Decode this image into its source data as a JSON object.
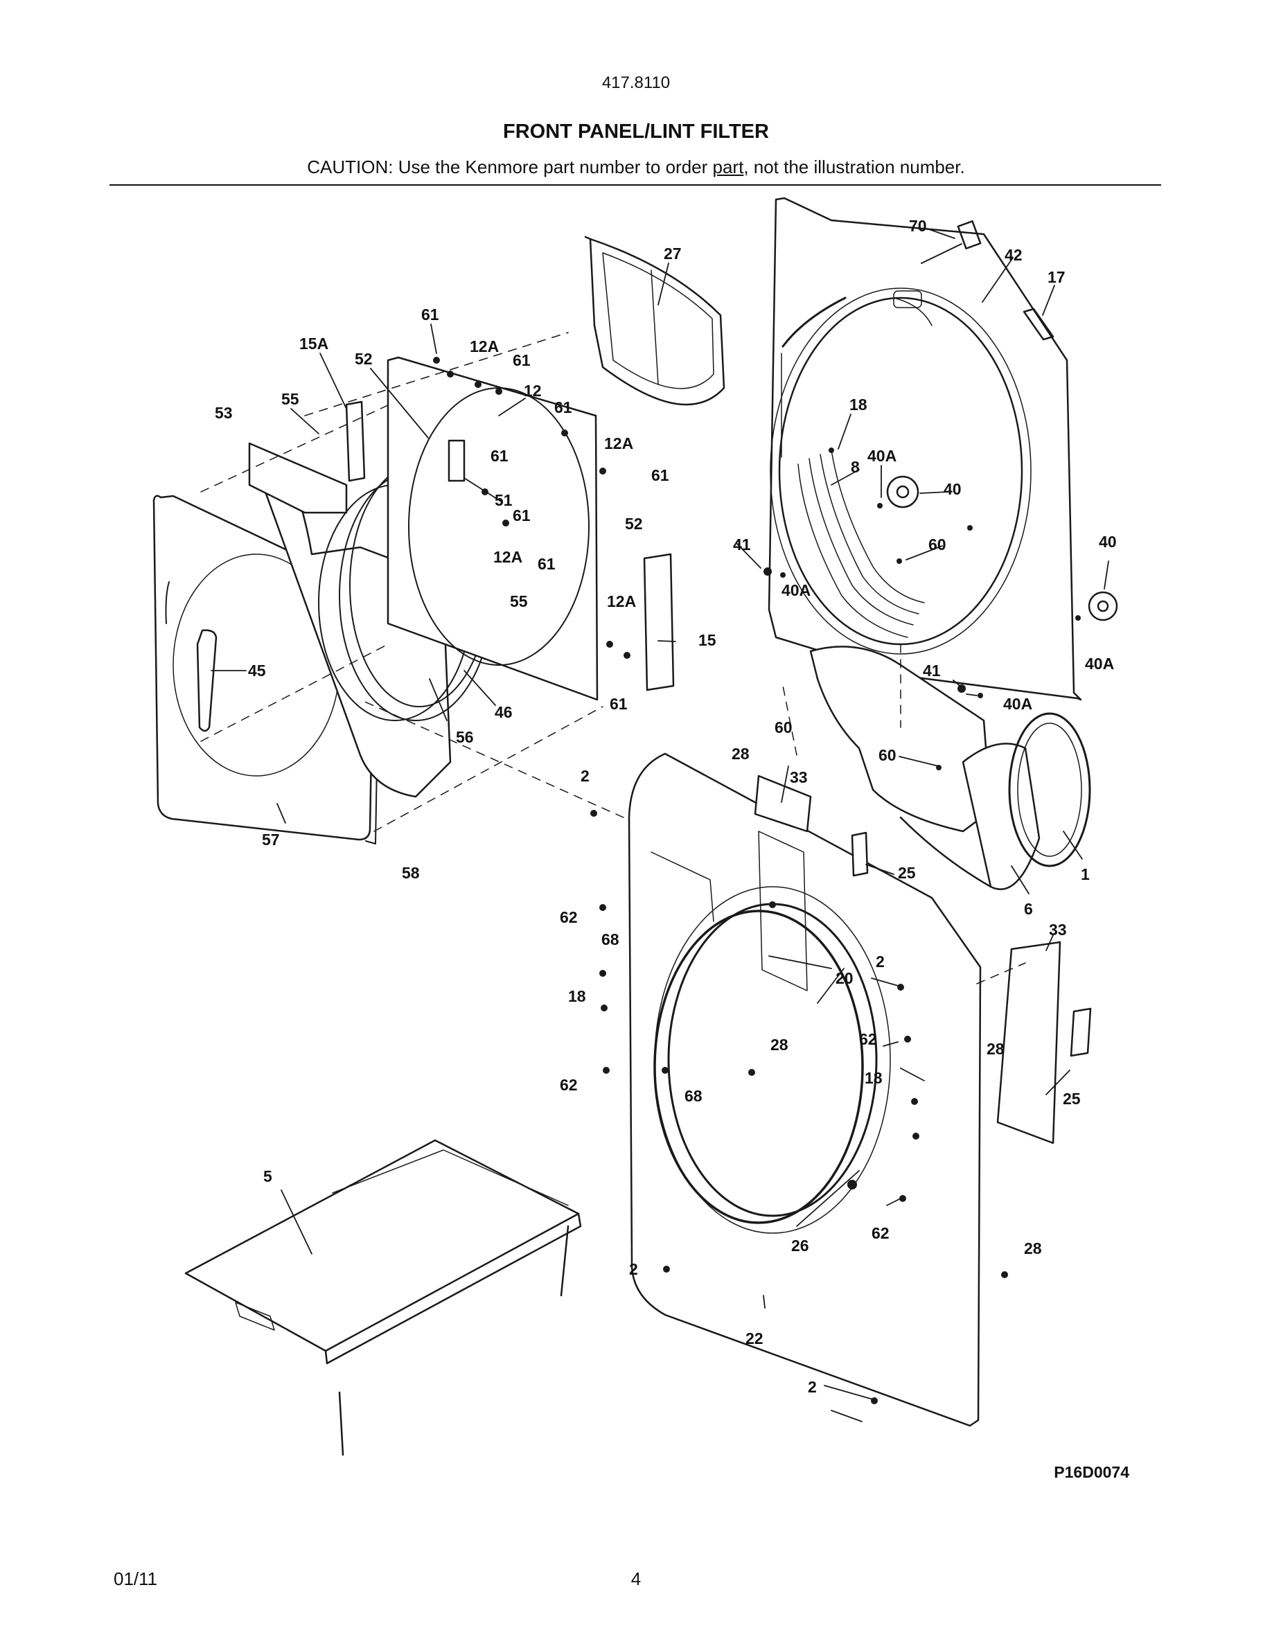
{
  "header": {
    "model_number": "417.8110",
    "title": "FRONT PANEL/LINT FILTER",
    "caution_before": "CAUTION: Use the Kenmore part number to order ",
    "caution_underlined": "part",
    "caution_after": ", not the illustration number."
  },
  "diagram": {
    "figure_id": "P16D0074",
    "callouts": [
      {
        "id": "c-70",
        "label": "70"
      },
      {
        "id": "c-27",
        "label": "27"
      },
      {
        "id": "c-42",
        "label": "42"
      },
      {
        "id": "c-17",
        "label": "17"
      },
      {
        "id": "c-61a",
        "label": "61"
      },
      {
        "id": "c-15a",
        "label": "15A"
      },
      {
        "id": "c-12a1",
        "label": "12A"
      },
      {
        "id": "c-61b",
        "label": "61"
      },
      {
        "id": "c-52a",
        "label": "52"
      },
      {
        "id": "c-12",
        "label": "12"
      },
      {
        "id": "c-55a",
        "label": "55"
      },
      {
        "id": "c-61c",
        "label": "61"
      },
      {
        "id": "c-53",
        "label": "53"
      },
      {
        "id": "c-18a",
        "label": "18"
      },
      {
        "id": "c-12a2",
        "label": "12A"
      },
      {
        "id": "c-61d",
        "label": "61"
      },
      {
        "id": "c-40a1",
        "label": "40A"
      },
      {
        "id": "c-8",
        "label": "8"
      },
      {
        "id": "c-61e",
        "label": "61"
      },
      {
        "id": "c-40a",
        "label": "40"
      },
      {
        "id": "c-51",
        "label": "51"
      },
      {
        "id": "c-61f",
        "label": "61"
      },
      {
        "id": "c-52b",
        "label": "52"
      },
      {
        "id": "c-40b",
        "label": "40"
      },
      {
        "id": "c-41a",
        "label": "41"
      },
      {
        "id": "c-60a",
        "label": "60"
      },
      {
        "id": "c-12a3",
        "label": "12A"
      },
      {
        "id": "c-61g",
        "label": "61"
      },
      {
        "id": "c-40a2",
        "label": "40A"
      },
      {
        "id": "c-55b",
        "label": "55"
      },
      {
        "id": "c-12a4",
        "label": "12A"
      },
      {
        "id": "c-15",
        "label": "15"
      },
      {
        "id": "c-40a3",
        "label": "40A"
      },
      {
        "id": "c-45",
        "label": "45"
      },
      {
        "id": "c-41b",
        "label": "41"
      },
      {
        "id": "c-61h",
        "label": "61"
      },
      {
        "id": "c-40a4",
        "label": "40A"
      },
      {
        "id": "c-46",
        "label": "46"
      },
      {
        "id": "c-60b",
        "label": "60"
      },
      {
        "id": "c-56",
        "label": "56"
      },
      {
        "id": "c-28a",
        "label": "28"
      },
      {
        "id": "c-60c",
        "label": "60"
      },
      {
        "id": "c-2a",
        "label": "2"
      },
      {
        "id": "c-33a",
        "label": "33"
      },
      {
        "id": "c-57",
        "label": "57"
      },
      {
        "id": "c-25a",
        "label": "25"
      },
      {
        "id": "c-1",
        "label": "1"
      },
      {
        "id": "c-58",
        "label": "58"
      },
      {
        "id": "c-6",
        "label": "6"
      },
      {
        "id": "c-62a",
        "label": "62"
      },
      {
        "id": "c-33b",
        "label": "33"
      },
      {
        "id": "c-68a",
        "label": "68"
      },
      {
        "id": "c-2b",
        "label": "2"
      },
      {
        "id": "c-20",
        "label": "20"
      },
      {
        "id": "c-18b",
        "label": "18"
      },
      {
        "id": "c-62b",
        "label": "62"
      },
      {
        "id": "c-28b",
        "label": "28"
      },
      {
        "id": "c-28c",
        "label": "28"
      },
      {
        "id": "c-62c",
        "label": "62"
      },
      {
        "id": "c-68b",
        "label": "68"
      },
      {
        "id": "c-18c",
        "label": "18"
      },
      {
        "id": "c-25b",
        "label": "25"
      },
      {
        "id": "c-5",
        "label": "5"
      },
      {
        "id": "c-62d",
        "label": "62"
      },
      {
        "id": "c-26",
        "label": "26"
      },
      {
        "id": "c-28d",
        "label": "28"
      },
      {
        "id": "c-2c",
        "label": "2"
      },
      {
        "id": "c-22",
        "label": "22"
      },
      {
        "id": "c-2d",
        "label": "2"
      }
    ]
  },
  "footer": {
    "date": "01/11",
    "page_number": "4"
  }
}
